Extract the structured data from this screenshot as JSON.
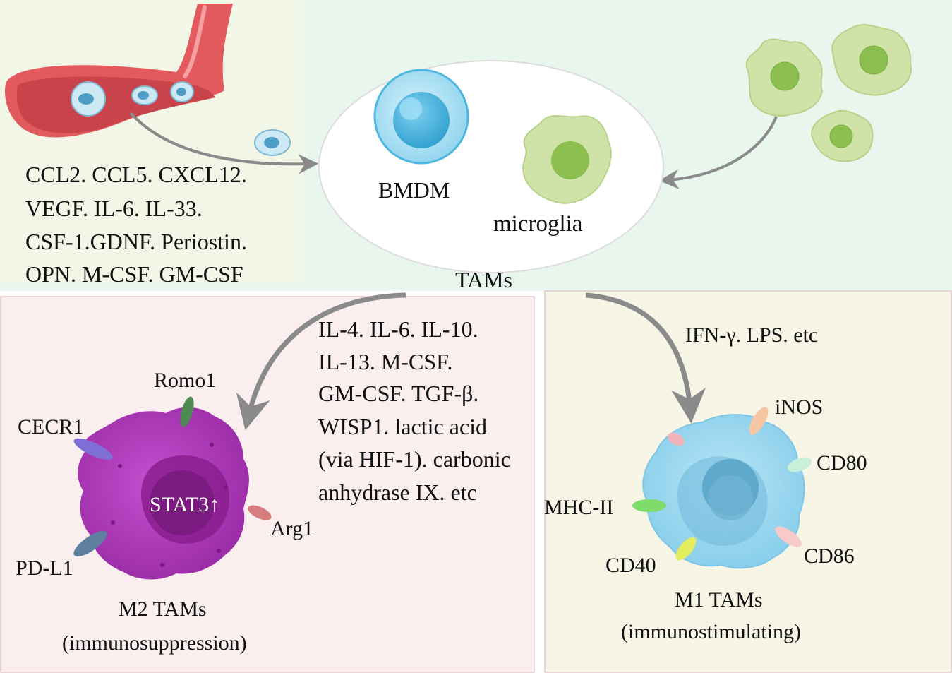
{
  "colors": {
    "top_left_panel": "#f2f6e6",
    "top_right_panel": "#e8f6ee",
    "m2_panel": "#fbeeee",
    "m1_panel": "#f7f6e6",
    "panel_border": "#e3c9c9",
    "vessel": "#e35a5e",
    "arrow": "#8a8a8a",
    "bmdm": "#5dbfe3",
    "microglia": "#bfd98a",
    "m2_cell": "#a83ab8",
    "m1_cell": "#9ed7ef"
  },
  "recruitment_factors": [
    "CCL2. CCL5. CXCL12.",
    "VEGF. IL-6. IL-33.",
    "CSF-1.GDNF. Periostin.",
    "OPN. M-CSF. GM-CSF"
  ],
  "origin": {
    "bmdm_label": "BMDM",
    "microglia_label": "microglia",
    "tams_label": "TAMs"
  },
  "m2": {
    "inducers": [
      "IL-4. IL-6. IL-10.",
      "IL-13. M-CSF.",
      "GM-CSF. TGF-β.",
      "WISP1. lactic acid",
      "(via HIF-1). carbonic",
      "anhydrase IX. etc"
    ],
    "markers": {
      "romo1": "Romo1",
      "cecr1": "CECR1",
      "stat3": "STAT3↑",
      "arg1": "Arg1",
      "pdl1": "PD-L1"
    },
    "title": "M2 TAMs",
    "subtitle": "(immunosuppression)"
  },
  "m1": {
    "inducers": "IFN-γ. LPS. etc",
    "markers": {
      "inos": "iNOS",
      "cd80": "CD80",
      "mhc2": "MHC-II",
      "cd86": "CD86",
      "cd40": "CD40"
    },
    "title": "M1 TAMs",
    "subtitle": "(immunostimulating)"
  }
}
